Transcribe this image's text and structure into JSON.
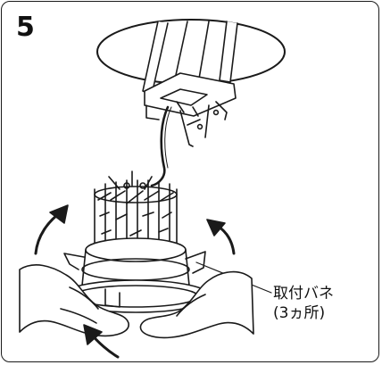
{
  "step": {
    "number": "5"
  },
  "callout": {
    "line1": "取付バネ",
    "line2": "(3ヵ所)"
  },
  "colors": {
    "line": "#1a1a1a",
    "ceiling": "#ffffff",
    "border": "#1a1a1a"
  },
  "icons": [
    "rotate-arrow-icon",
    "rotate-arrow-icon",
    "push-arrow-icon"
  ]
}
